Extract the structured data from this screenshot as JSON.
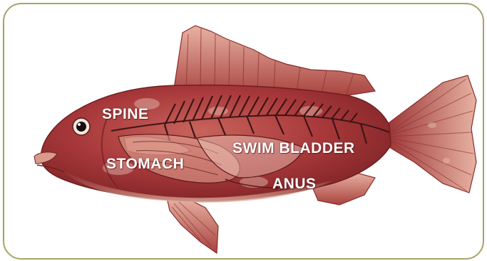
{
  "labels": {
    "spine": "SPINE",
    "stomach": "STOMACH",
    "swim_bladder": "SWIM BLADDER",
    "anus": "ANUS"
  },
  "colors": {
    "frame_border": "#a9a366",
    "fish_body": "#9b2f30",
    "fish_belly": "#d69a87",
    "fin": "#c06a5c",
    "label_text": "#ffffff"
  }
}
